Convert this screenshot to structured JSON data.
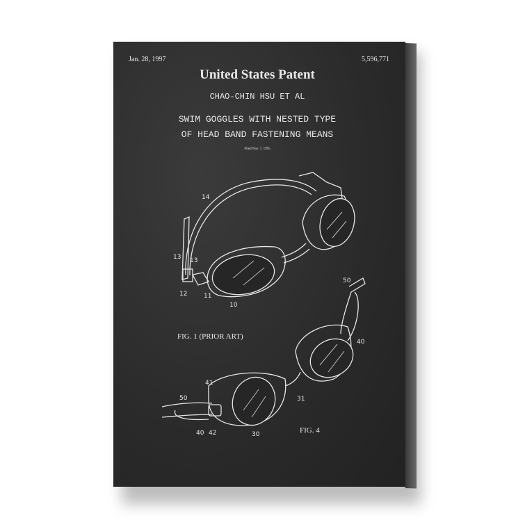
{
  "patent": {
    "date": "Jan. 28, 1997",
    "number": "5,596,771",
    "heading": "United States Patent",
    "inventor": "CHAO-CHIN HSU ET AL",
    "title_line1": "SWIM GOGGLES WITH NESTED TYPE",
    "title_line2": "OF HEAD BAND FASTENING MEANS",
    "filed": "Filed Nov. 7, 1995"
  },
  "figures": {
    "fig1": {
      "caption": "FIG. 1 (PRIOR ART)",
      "labels": [
        "14",
        "13",
        "13",
        "12",
        "11",
        "10"
      ]
    },
    "fig4": {
      "caption": "FIG. 4",
      "labels": [
        "50",
        "40",
        "41",
        "50",
        "40",
        "42",
        "30",
        "31"
      ]
    }
  },
  "colors": {
    "chalkboard": "#2c2c2c",
    "chalk": "#e8e8e8"
  }
}
